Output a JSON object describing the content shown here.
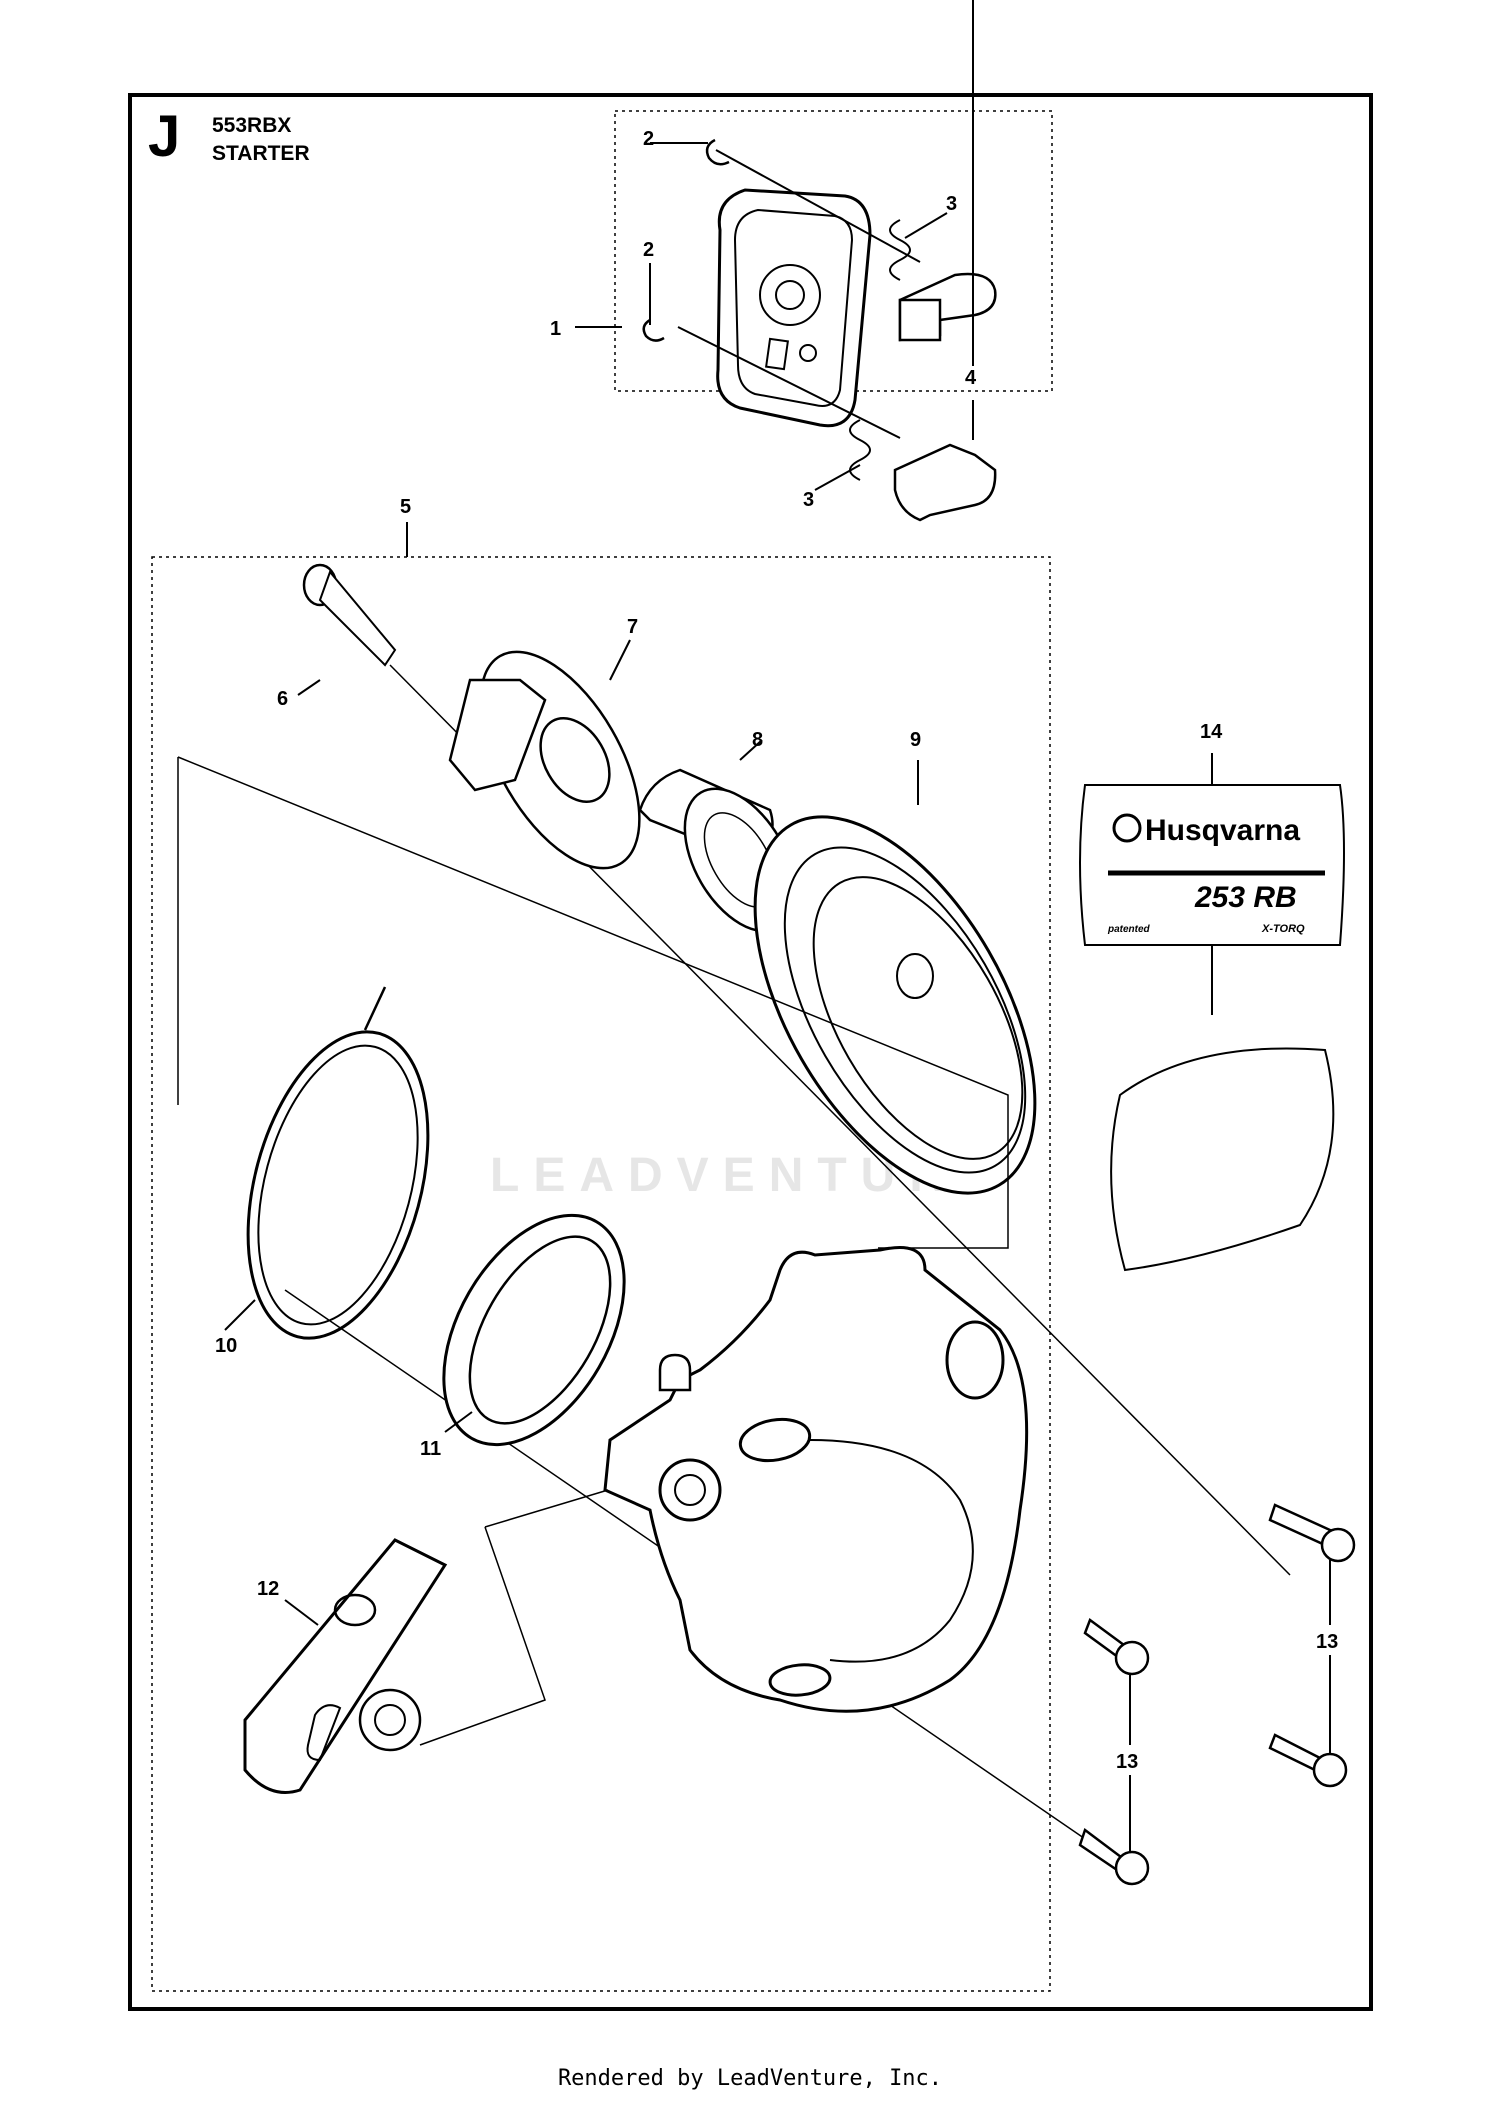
{
  "section_letter": "J",
  "model": "553RBX",
  "subtitle": "STARTER",
  "watermark": "LEADVENTURE",
  "footer": "Rendered by LeadVenture, Inc.",
  "decal": {
    "brand": "Husqvarna",
    "model": "253 RB",
    "left_text": "patented",
    "right_text": "X-TORQ"
  },
  "callouts": [
    "1",
    "2",
    "2",
    "3",
    "3",
    "4",
    "5",
    "6",
    "7",
    "8",
    "9",
    "10",
    "11",
    "12",
    "13",
    "13",
    "14"
  ]
}
